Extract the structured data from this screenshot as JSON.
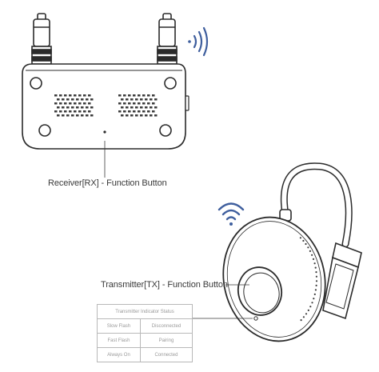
{
  "receiver": {
    "label": "Receiver[RX] - Function Button"
  },
  "transmitter": {
    "label": "Transmitter[TX] - Function Button"
  },
  "indicator_table": {
    "header": "Transmitter Indicator Status",
    "rows": [
      {
        "state": "Slow Flash",
        "meaning": "Disconnected"
      },
      {
        "state": "Fast Flash",
        "meaning": "Pairing"
      },
      {
        "state": "Always On",
        "meaning": "Connected"
      }
    ]
  },
  "colors": {
    "wifi_icon": "#3f5f9e",
    "line_art": "#2b2b2b",
    "label_text": "#3a3a3a"
  }
}
